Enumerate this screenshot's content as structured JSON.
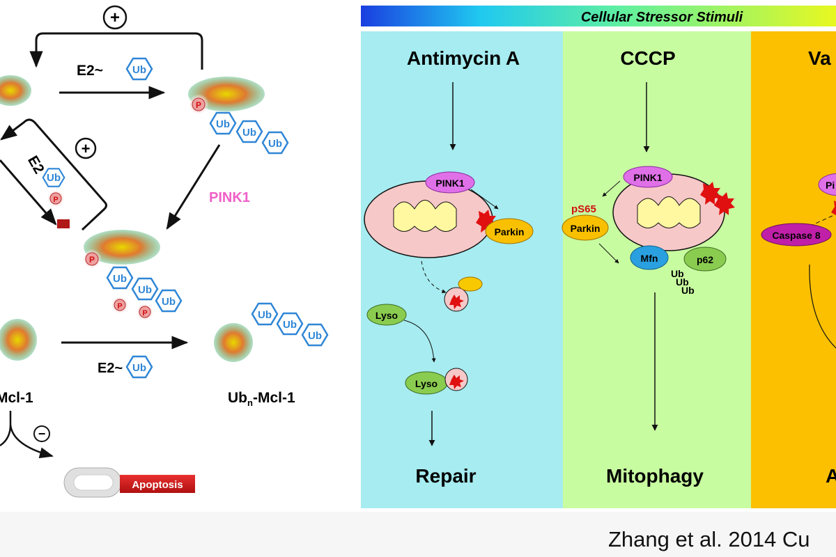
{
  "left": {
    "plus_top": "+",
    "plus_mid": "+",
    "minus": "−",
    "e2_ub_top": "E2~",
    "e2_side": "E2",
    "e2_ub_bottom": "E2~",
    "ub": "Ub",
    "p": "P",
    "pink1": "PINK1",
    "mcl1": "Mcl-1",
    "ubn_mcl1_prefix": "Ub",
    "ubn_mcl1_sub": "n",
    "ubn_mcl1_suffix": "-Mcl-1",
    "apoptosis": "Apoptosis"
  },
  "right": {
    "header": "Cellular Stressor Stimuli",
    "columns": [
      {
        "title": "Antimycin A",
        "outcome": "Repair",
        "color": "#a6ecf0"
      },
      {
        "title": "CCCP",
        "outcome": "Mitophagy",
        "color": "#c8fca0"
      },
      {
        "title": "Va",
        "outcome": "A",
        "color": "#fcc000"
      }
    ],
    "labels": {
      "pink1": "PINK1",
      "parkin": "Parkin",
      "lyso": "Lyso",
      "ps65": "pS65",
      "mfn": "Mfn",
      "p62": "p62",
      "ub": "Ub",
      "caspase8": "Caspase 8",
      "pi_partial": "Pi"
    }
  },
  "citation": "Zhang et al. 2014 Cu"
}
